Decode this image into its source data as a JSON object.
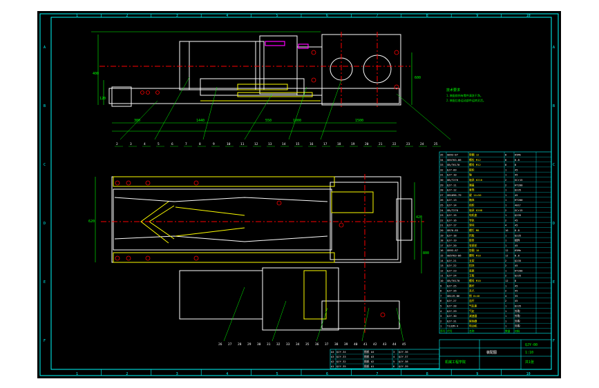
{
  "colors": {
    "background": "#000000",
    "frame": "#00ffff",
    "outline": "#ffffff",
    "accent": "#ffff00",
    "hidden": "#ff0000",
    "highlight": "#ff00ff",
    "green": "#00ff00"
  },
  "frame": {
    "zones_top": [
      "1",
      "2",
      "3",
      "4",
      "5",
      "6",
      "7",
      "8",
      "9",
      "10"
    ],
    "zones_side": [
      "A",
      "B",
      "C",
      "D",
      "E",
      "F"
    ]
  },
  "dimensions": {
    "top_view": {
      "bottom_row": [
        "380",
        "1440",
        "550",
        "1000",
        "1500"
      ],
      "heights": [
        "120",
        "400",
        "600"
      ]
    },
    "bottom_view": {
      "left": "620",
      "right": [
        "420",
        "800"
      ]
    }
  },
  "notes": {
    "title": "技术要求",
    "lines": [
      "1.装配前所有零件清洗干净。",
      "2.装配后各运动部件运转灵活。"
    ]
  },
  "balloons": {
    "top_row": [
      "2",
      "3",
      "4",
      "5",
      "6",
      "7",
      "8",
      "9",
      "10",
      "11",
      "12",
      "13",
      "14",
      "15",
      "16",
      "17",
      "18",
      "19",
      "20",
      "21",
      "22",
      "23",
      "24",
      "25"
    ],
    "bottom_row": [
      "26",
      "27",
      "28",
      "29",
      "30",
      "31",
      "32",
      "33",
      "34",
      "35",
      "36",
      "37",
      "38",
      "39",
      "40",
      "41",
      "42",
      "43",
      "44",
      "45"
    ]
  },
  "parts_list": {
    "rows": [
      [
        "35",
        "GB93-87",
        "垫圈 12",
        "8",
        "65Mn"
      ],
      [
        "34",
        "GB5783-86",
        "螺栓 M12",
        "8",
        "8.8"
      ],
      [
        "33",
        "GB/T6170",
        "螺母 M12",
        "8",
        "8"
      ],
      [
        "32",
        "QJY-09",
        "链轮",
        "1",
        "45"
      ],
      [
        "31",
        "QJY-10",
        "轴",
        "1",
        "45"
      ],
      [
        "30",
        "GB/T276",
        "轴承 6210",
        "2",
        "GCr15"
      ],
      [
        "29",
        "QJY-11",
        "端盖",
        "2",
        "HT200"
      ],
      [
        "28",
        "QJY-12",
        "套筒",
        "1",
        "Q235"
      ],
      [
        "27",
        "GB1096-79",
        "键 14×50",
        "1",
        "45"
      ],
      [
        "26",
        "QJY-13",
        "箱体",
        "1",
        "HT200"
      ],
      [
        "25",
        "QJY-14",
        "齿轮",
        "1",
        "40Cr"
      ],
      [
        "24",
        "GB/T276",
        "轴承 6208",
        "2",
        "GCr15"
      ],
      [
        "23",
        "QJY-15",
        "电机座",
        "1",
        "Q235"
      ],
      [
        "22",
        "QJY-16",
        "导轨",
        "2",
        "45"
      ],
      [
        "21",
        "QJY-17",
        "滑块",
        "4",
        "45"
      ],
      [
        "20",
        "GB70-85",
        "螺钉 M8",
        "16",
        "8.8"
      ],
      [
        "19",
        "QJY-18",
        "托板",
        "1",
        "Q235"
      ],
      [
        "18",
        "QJY-19",
        "链条",
        "1",
        "组件"
      ],
      [
        "17",
        "QJY-20",
        "张紧轮",
        "1",
        "45"
      ],
      [
        "16",
        "GB93-87",
        "垫圈 10",
        "12",
        "65Mn"
      ],
      [
        "15",
        "GB5783-86",
        "螺栓 M10",
        "12",
        "8.8"
      ],
      [
        "14",
        "QJY-21",
        "支架",
        "2",
        "Q235"
      ],
      [
        "13",
        "QJY-22",
        "挡块",
        "2",
        "45"
      ],
      [
        "12",
        "QJY-23",
        "底座",
        "1",
        "HT200"
      ],
      [
        "11",
        "QJY-24",
        "立板",
        "2",
        "Q235"
      ],
      [
        "10",
        "GB/T6170",
        "螺母 M10",
        "12",
        "8"
      ],
      [
        "9",
        "QJY-25",
        "推杆",
        "1",
        "45"
      ],
      [
        "8",
        "QJY-26",
        "夹爪",
        "2",
        "45"
      ],
      [
        "7",
        "GB119-86",
        "销 8×40",
        "4",
        "35"
      ],
      [
        "6",
        "QJY-27",
        "连杆",
        "2",
        "45"
      ],
      [
        "5",
        "QJY-28",
        "气缸座",
        "1",
        "Q235"
      ],
      [
        "4",
        "QJY-29",
        "气缸",
        "1",
        "外购"
      ],
      [
        "3",
        "QJY-30",
        "减速器",
        "1",
        "外购"
      ],
      [
        "2",
        "QJY-31",
        "联轴器",
        "1",
        "外购"
      ],
      [
        "1",
        "Y132M-4",
        "电动机",
        "1",
        "外购"
      ]
    ]
  },
  "header_row": [
    "序号",
    "代号",
    "名称",
    "数量",
    "材料"
  ],
  "revision_table": {
    "rows": [
      [
        "A4",
        "QJY-34",
        "图纸 A4",
        "3",
        "QJY-36"
      ],
      [
        "A3",
        "QJY-33",
        "图纸 A3",
        "4",
        "QJY-37"
      ],
      [
        "A2",
        "QJY-32",
        "图纸 A2",
        "5",
        "QJY-38"
      ],
      [
        "A1",
        "QJY-35",
        "图纸 A1",
        "6",
        "QJY-39"
      ]
    ]
  },
  "title_block": {
    "drawing_no": "QJY-00",
    "name": "装配图",
    "scale": "1:10",
    "sheet": "共1张",
    "school": "机械工程学院"
  }
}
